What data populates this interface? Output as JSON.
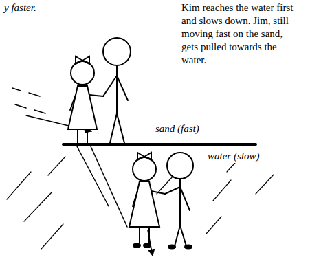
{
  "diagram": {
    "labels": [
      "y faster.",
      "Kim reaches the water first and slows down. Jim, still moving fast on the sand, gets pulled towards the water.",
      "sand (fast)",
      "water (slow)"
    ]
  }
}
